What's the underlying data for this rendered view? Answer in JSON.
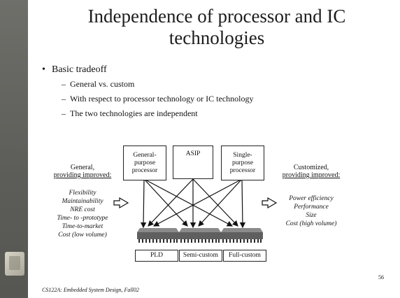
{
  "slide": {
    "title_line1": "Independence of processor and IC",
    "title_line2": "technologies",
    "bullet": "Basic tradeoff",
    "subbullets": [
      "General vs. custom",
      "With respect to processor technology or IC technology",
      "The two technologies are independent"
    ],
    "page_number": "56",
    "footer": "CS122A: Embedded System Design, Fall02"
  },
  "diagram": {
    "processors": [
      {
        "lines": [
          "General-",
          "purpose",
          "processor"
        ]
      },
      {
        "lines": [
          "ASIP"
        ]
      },
      {
        "lines": [
          "Single-",
          "purpose",
          "processor"
        ]
      }
    ],
    "ic_labels": [
      "PLD",
      "Semi-custom",
      "Full-custom"
    ],
    "left": {
      "heading1": "General,",
      "heading2": "providing improved:",
      "items": [
        "Flexibility",
        "Maintainability",
        "NRE cost",
        "Time- to -prototype",
        "Time-to-market",
        "Cost (low volume)"
      ]
    },
    "right": {
      "heading1": "Customized,",
      "heading2": "providing improved:",
      "items": [
        "Power efficiency",
        "Performance",
        "Size",
        "Cost (high volume)"
      ]
    }
  }
}
